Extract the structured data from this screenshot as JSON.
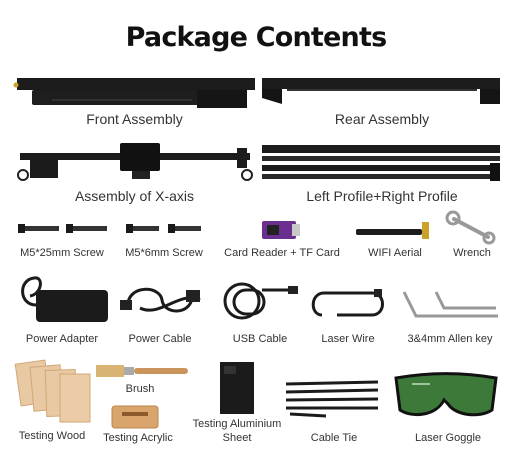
{
  "title": "Package Contents",
  "items": [
    {
      "label": "Front Assembly",
      "icon": "front-assembly-icon"
    },
    {
      "label": "Rear Assembly",
      "icon": "rear-assembly-icon"
    },
    {
      "label": "Assembly of X-axis",
      "icon": "x-axis-assembly-icon"
    },
    {
      "label": "Left Profile+Right Profile",
      "icon": "profile-icon"
    },
    {
      "label": "M5*25mm Screw",
      "icon": "long-screw-icon"
    },
    {
      "label": "M5*6mm Screw",
      "icon": "short-screw-icon"
    },
    {
      "label": "Card Reader + TF Card",
      "icon": "card-reader-icon"
    },
    {
      "label": "WIFI Aerial",
      "icon": "wifi-aerial-icon"
    },
    {
      "label": "Wrench",
      "icon": "wrench-icon"
    },
    {
      "label": "Power Adapter",
      "icon": "power-adapter-icon"
    },
    {
      "label": "Power Cable",
      "icon": "power-cable-icon"
    },
    {
      "label": "USB Cable",
      "icon": "usb-cable-icon"
    },
    {
      "label": "Laser Wire",
      "icon": "laser-wire-icon"
    },
    {
      "label": "3&4mm Allen key",
      "icon": "allen-key-icon"
    },
    {
      "label": "Brush",
      "icon": "brush-icon"
    },
    {
      "label": "Testing Wood",
      "icon": "testing-wood-icon"
    },
    {
      "label": "Testing Acrylic",
      "icon": "testing-acrylic-icon"
    },
    {
      "label": "Testing Aluminium",
      "icon": "aluminium-sheet-icon"
    },
    {
      "label": "Sheet",
      "icon": "aluminium-sheet-icon"
    },
    {
      "label": "Cable Tie",
      "icon": "cable-tie-icon"
    },
    {
      "label": "Laser Goggle",
      "icon": "laser-goggle-icon"
    }
  ],
  "colors": {
    "metal": "#1c1c1c",
    "wood": "#e9c9a3",
    "card_reader": "#6b2f8f",
    "goggle_lens": "#3d7a3a"
  }
}
